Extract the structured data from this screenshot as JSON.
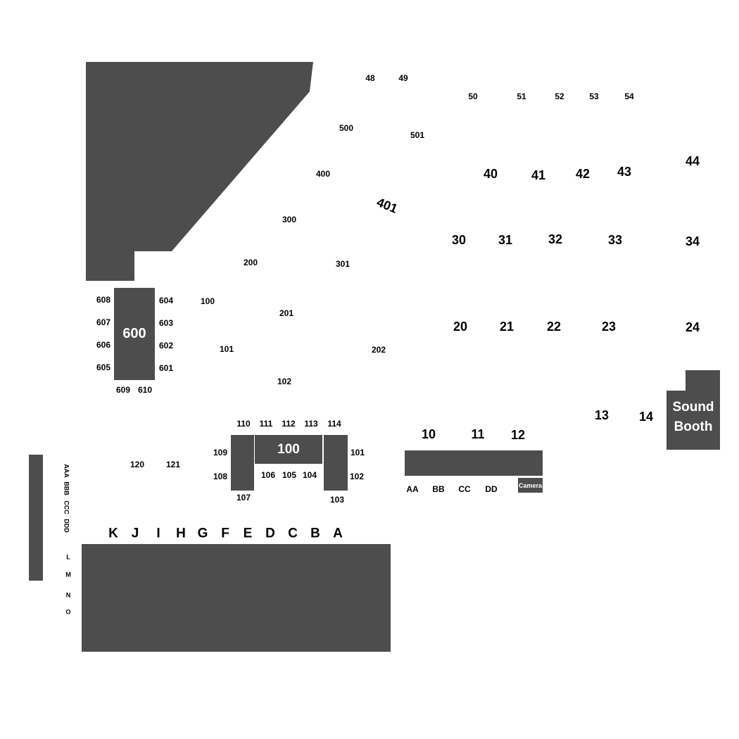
{
  "colors": {
    "block": "#4d4d4d",
    "background": "#ffffff",
    "label": "#000000",
    "block_label": "#ffffff"
  },
  "stage_blocks": {
    "600": "600",
    "100": "100",
    "sound_booth_line1": "Sound",
    "sound_booth_line2": "Booth",
    "camera": "Camera"
  },
  "sections": {
    "s48": "48",
    "s49": "49",
    "s50": "50",
    "s51": "51",
    "s52": "52",
    "s53": "53",
    "s54": "54",
    "s500": "500",
    "s501": "501",
    "s400": "400",
    "s401": "401",
    "s40": "40",
    "s41": "41",
    "s42": "42",
    "s43": "43",
    "s44": "44",
    "s300": "300",
    "s301": "301",
    "s30": "30",
    "s31": "31",
    "s32": "32",
    "s33": "33",
    "s34": "34",
    "s200": "200",
    "s201": "201",
    "s202": "202",
    "s100": "100",
    "s101": "101",
    "s102": "102",
    "s20": "20",
    "s21": "21",
    "s22": "22",
    "s23": "23",
    "s24": "24",
    "s13": "13",
    "s14": "14",
    "s10": "10",
    "s11": "11",
    "s12": "12",
    "sAA": "AA",
    "sBB": "BB",
    "sCC": "CC",
    "sDD": "DD",
    "s608": "608",
    "s607": "607",
    "s606": "606",
    "s605": "605",
    "s604": "604",
    "s603": "603",
    "s602": "602",
    "s601": "601",
    "s609": "609",
    "s610": "610",
    "t110": "110",
    "t111": "111",
    "t112": "112",
    "t113": "113",
    "t114": "114",
    "t109": "109",
    "t108": "108",
    "t107": "107",
    "t106": "106",
    "t105": "105",
    "t104": "104",
    "t101": "101",
    "t102": "102",
    "t103": "103",
    "s120": "120",
    "s121": "121",
    "vAAA": "AAA",
    "vBBB": "BBB",
    "vCCC": "CCC",
    "vDDD": "DDD",
    "rL": "L",
    "rM": "M",
    "rN": "N",
    "rO": "O"
  },
  "row_letters": [
    "K",
    "J",
    "I",
    "H",
    "G",
    "F",
    "E",
    "D",
    "C",
    "B",
    "A"
  ]
}
